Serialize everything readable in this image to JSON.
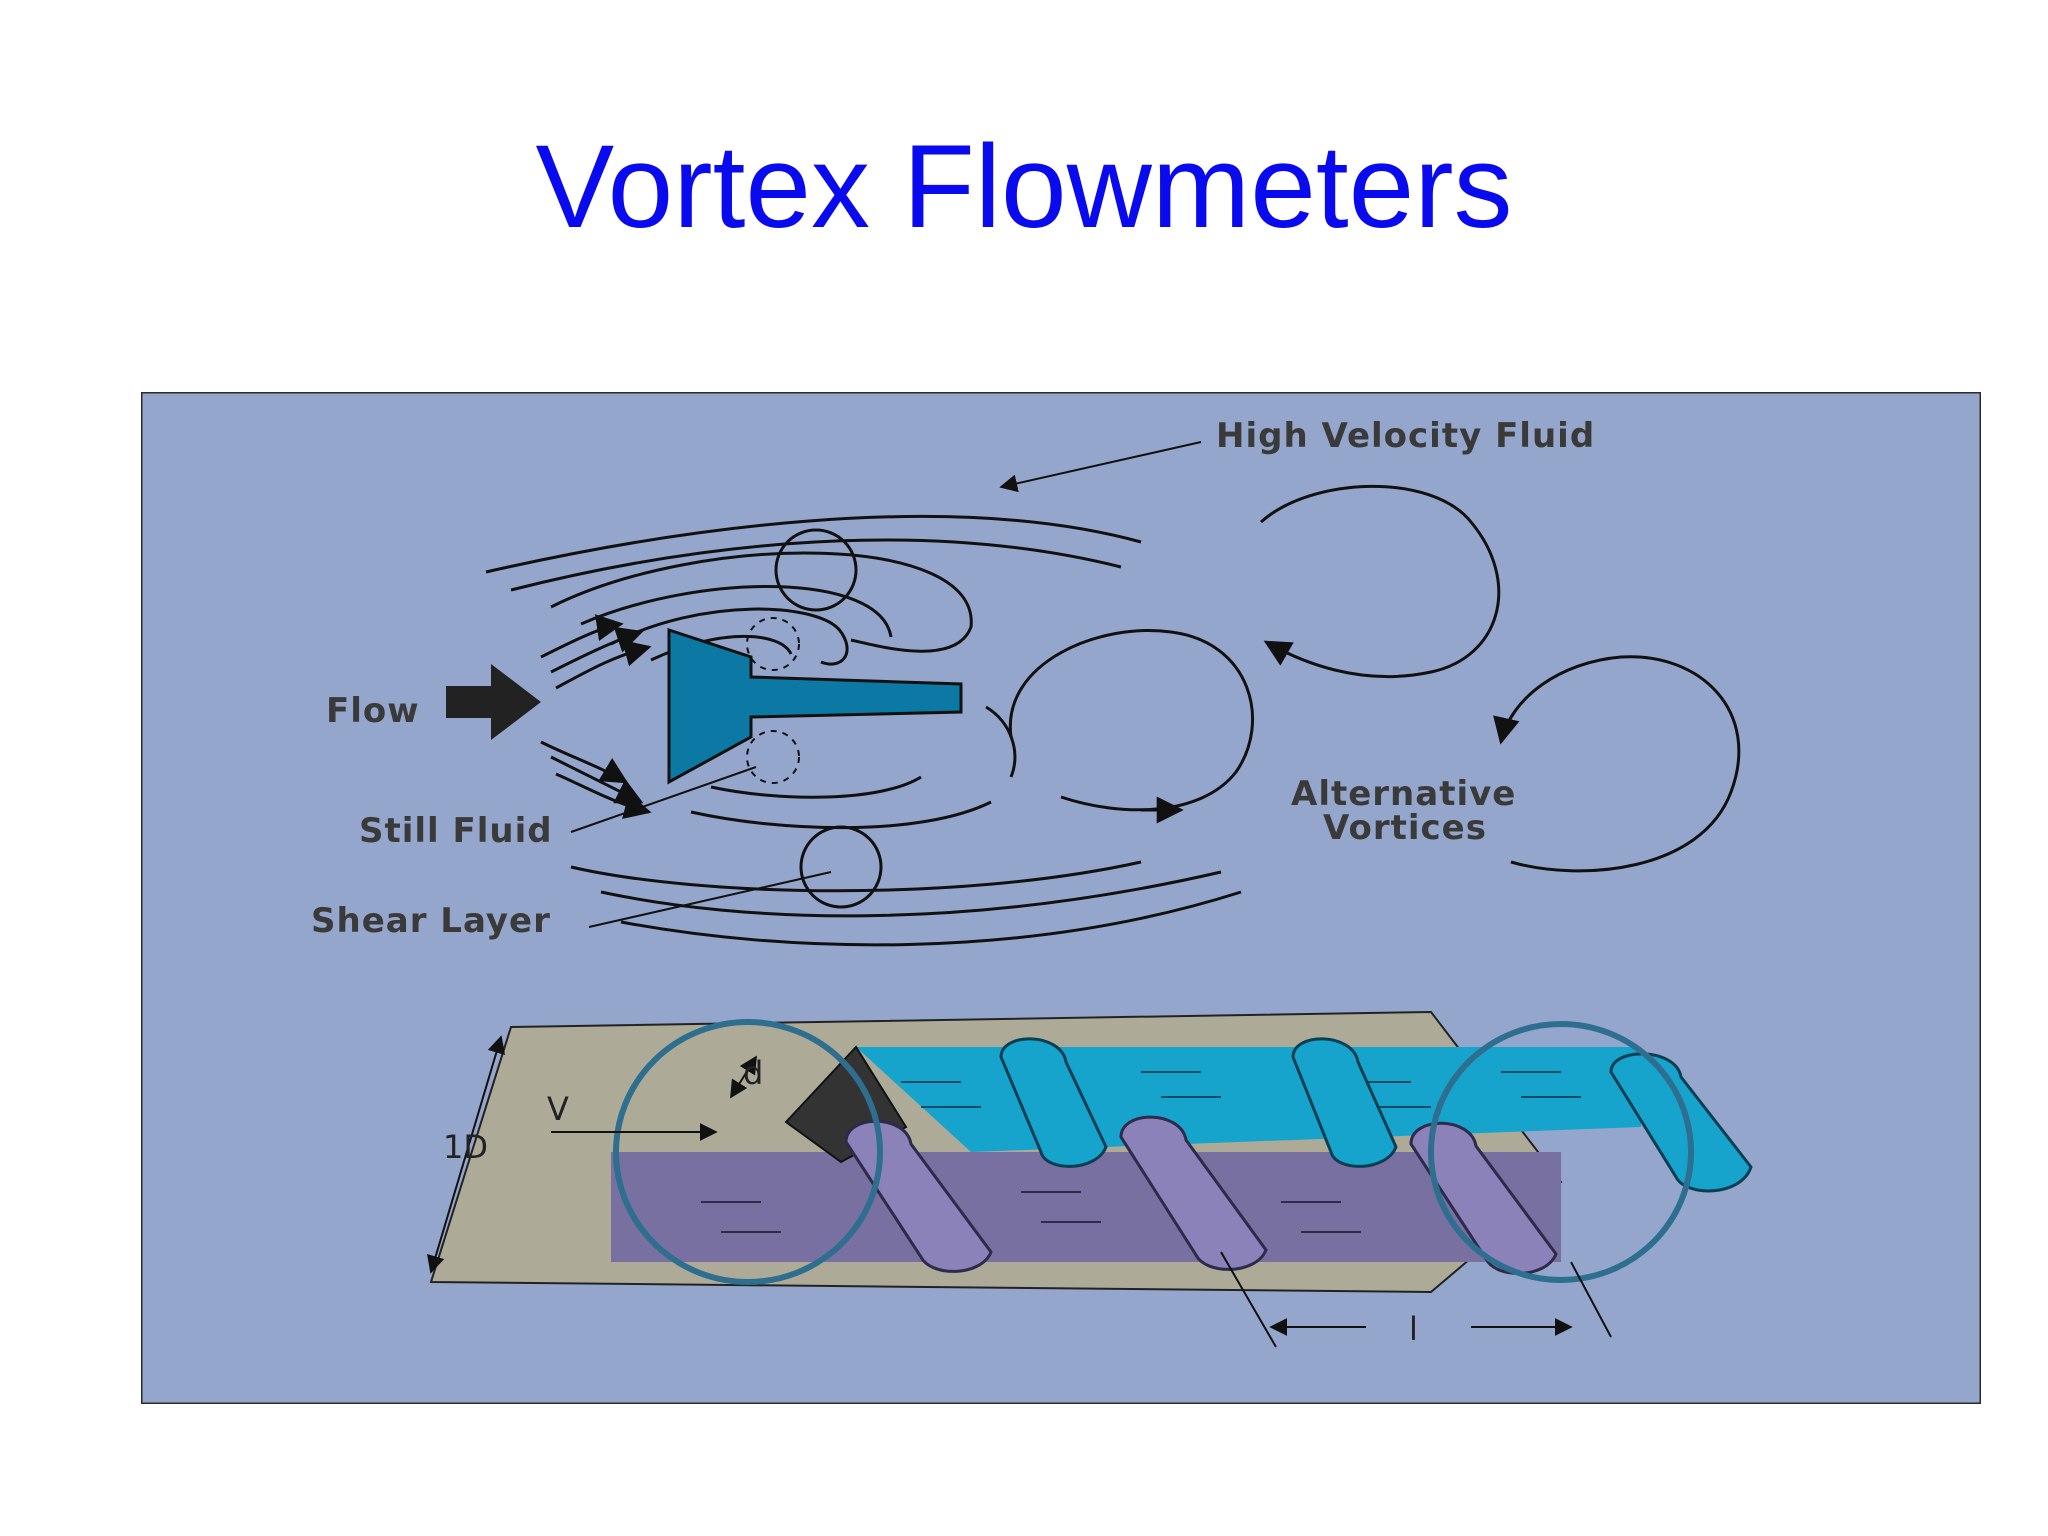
{
  "slide": {
    "title": "Vortex Flowmeters"
  },
  "diagram": {
    "top": {
      "labels": {
        "high_velocity": "High Velocity Fluid",
        "flow": "Flow",
        "still_fluid": "Still Fluid",
        "shear_layer": "Shear Layer",
        "alt_vortices_1": "Alternative",
        "alt_vortices_2": "Vortices"
      }
    },
    "bottom": {
      "labels": {
        "d": "d",
        "v": "V",
        "one_d": "1D",
        "l": "l"
      }
    },
    "colors": {
      "panel_bg": "#95a6cc",
      "bluff_body": "#0b79a3",
      "teal_fluid": "#16a3cc",
      "purple_fluid": "#7770a0",
      "beige_plate": "#aeaa98",
      "title": "#0a0aee"
    }
  }
}
